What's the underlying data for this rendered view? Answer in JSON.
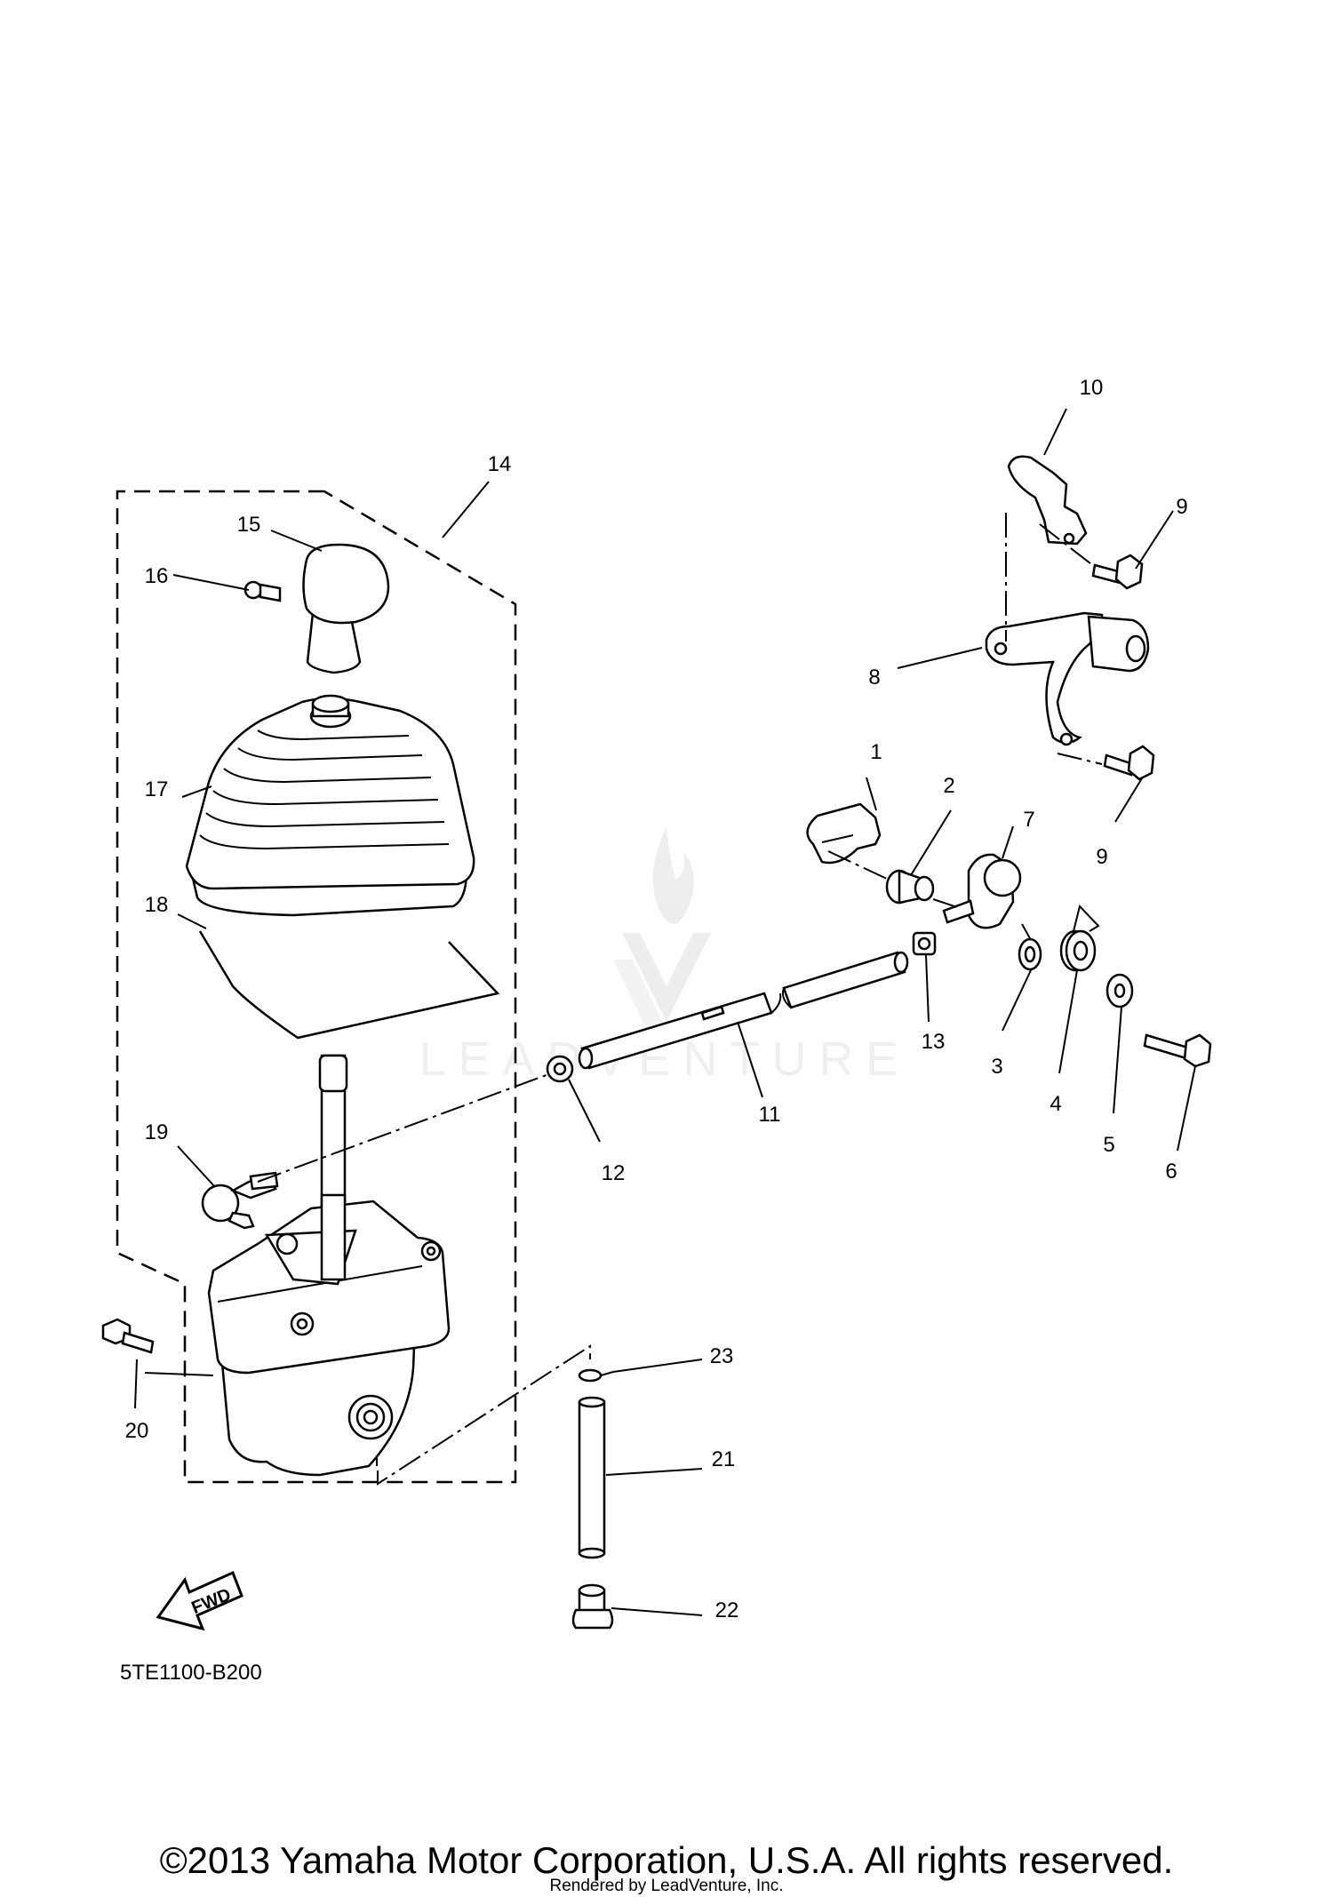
{
  "callouts": [
    {
      "number": "1"
    },
    {
      "number": "2"
    },
    {
      "number": "3"
    },
    {
      "number": "4"
    },
    {
      "number": "5"
    },
    {
      "number": "6"
    },
    {
      "number": "7"
    },
    {
      "number": "8"
    },
    {
      "number": "9"
    },
    {
      "number": "9"
    },
    {
      "number": "10"
    },
    {
      "number": "11"
    },
    {
      "number": "12"
    },
    {
      "number": "13"
    },
    {
      "number": "14"
    },
    {
      "number": "15"
    },
    {
      "number": "16"
    },
    {
      "number": "17"
    },
    {
      "number": "18"
    },
    {
      "number": "19"
    },
    {
      "number": "20"
    },
    {
      "number": "21"
    },
    {
      "number": "22"
    },
    {
      "number": "23"
    }
  ],
  "watermark": {
    "text": "LEADVENTURE",
    "icon": "flame-v-logo-icon"
  },
  "fwd_arrow": {
    "label": "FWD",
    "icon": "fwd-arrow-icon"
  },
  "diagram_code": "5TE1100-B200",
  "copyright": "©2013 Yamaha Motor Corporation, U.S.A. All rights reserved.",
  "rendered_by": "Rendered by LeadVenture, Inc."
}
